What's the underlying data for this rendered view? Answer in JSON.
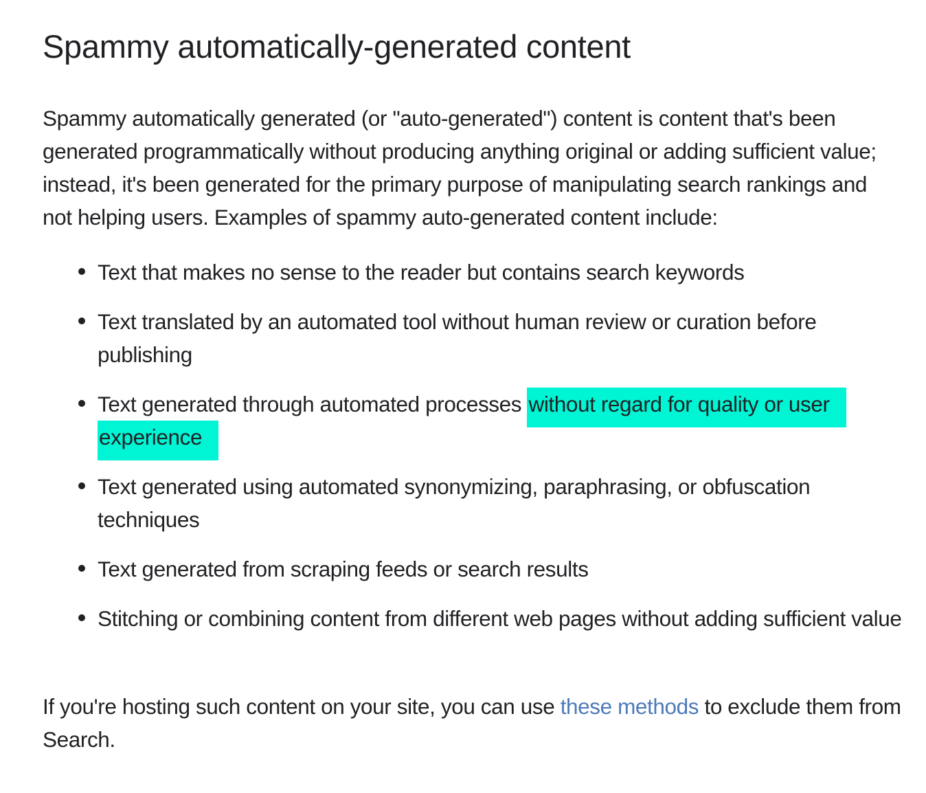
{
  "heading": "Spammy automatically-generated content",
  "intro": "Spammy automatically generated (or \"auto-generated\") content is content that's been generated programmatically without producing anything original or adding sufficient value; instead, it's been generated for the primary purpose of manipulating search rankings and not helping users. Examples of spammy auto-generated content include:",
  "examples": [
    {
      "text": "Text that makes no sense to the reader but contains search keywords"
    },
    {
      "text": "Text translated by an automated tool without human review or curation before publishing"
    },
    {
      "text_before": "Text generated through automated processes ",
      "highlighted": "without regard for quality or user experience"
    },
    {
      "text": "Text generated using automated synonymizing, paraphrasing, or obfuscation techniques"
    },
    {
      "text": "Text generated from scraping feeds or search results"
    },
    {
      "text": "Stitching or combining content from different web pages without adding sufficient value"
    }
  ],
  "outro": {
    "before": "If you're hosting such content on your site, you can use ",
    "link_text": "these methods",
    "after": " to exclude them from Search."
  },
  "colors": {
    "text": "#202124",
    "highlight": "#00f5d4",
    "link": "#4d7ab8",
    "background": "#ffffff"
  }
}
